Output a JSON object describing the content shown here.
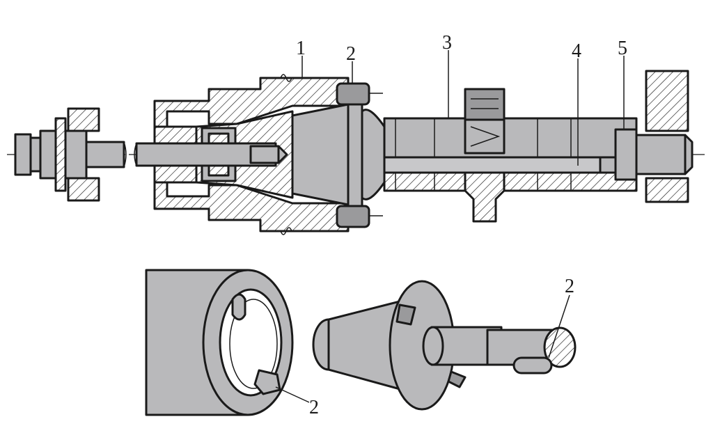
{
  "labels": {
    "part_1": "1",
    "part_2_top": "2",
    "part_3": "3",
    "part_4": "4",
    "part_5": "5",
    "part_2_bottom_left": "2",
    "part_2_bottom_right": "2"
  },
  "colors": {
    "outline": "#1a1a1a",
    "metal_fill": "#b9b9bb",
    "background": "#ffffff"
  }
}
